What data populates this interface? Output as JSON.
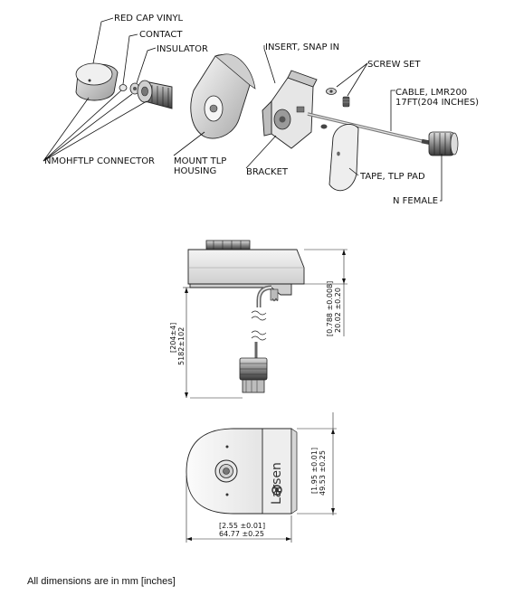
{
  "labels": {
    "red_cap_vinyl": "RED CAP VINYL",
    "contact": "CONTACT",
    "insulator": "INSULATOR",
    "insert_snap_in": "INSERT, SNAP IN",
    "screw_set": "SCREW SET",
    "cable_line1": "CABLE, LMR200",
    "cable_line2": "17FT(204 INCHES)",
    "nmohftlp_connector": "NMOHFTLP CONNECTOR",
    "mount_housing_line1": "MOUNT TLP",
    "mount_housing_line2": "HOUSING",
    "bracket": "BRACKET",
    "tape_tlp_pad": "TAPE, TLP PAD",
    "n_female": "N FEMALE"
  },
  "dimensions": {
    "cable_length_in": "[204±4]",
    "cable_length_mm": "5182±102",
    "height_in": "[0.788 ±0.008]",
    "height_mm": "20.02 ±0.20",
    "depth_in": "[1.95 ±0.01]",
    "depth_mm": "49.53 ±0.25",
    "width_in": "[2.55 ±0.01]",
    "width_mm": "64.77 ±0.25"
  },
  "logo_text": "Larsen",
  "footnote": "All dimensions are in mm [inches]"
}
